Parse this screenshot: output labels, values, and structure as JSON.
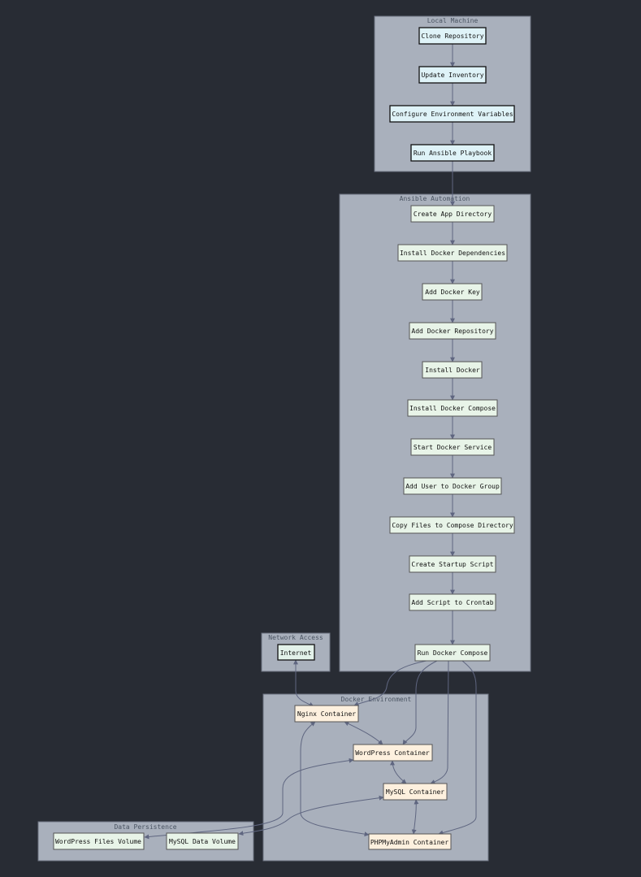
{
  "clusters": {
    "local": {
      "label": "Local Machine"
    },
    "ansible": {
      "label": "Ansible Automation"
    },
    "network": {
      "label": "Network Access"
    },
    "docker": {
      "label": "Docker Environment"
    },
    "data": {
      "label": "Data Persistence"
    }
  },
  "nodes": {
    "clone": "Clone Repository",
    "update_inventory": "Update Inventory",
    "configure_env": "Configure Environment Variables",
    "run_playbook": "Run Ansible Playbook",
    "create_app_dir": "Create App Directory",
    "install_deps": "Install Docker Dependencies",
    "add_key": "Add Docker Key",
    "add_repo": "Add Docker Repository",
    "install_docker": "Install Docker",
    "install_compose": "Install Docker Compose",
    "start_service": "Start Docker Service",
    "add_user": "Add User to Docker Group",
    "copy_files": "Copy Files to Compose Directory",
    "create_script": "Create Startup Script",
    "add_crontab": "Add Script to Crontab",
    "run_compose": "Run Docker Compose",
    "internet": "Internet",
    "nginx": "Nginx Container",
    "wordpress": "WordPress Container",
    "mysql": "MySQL Container",
    "phpmyadmin": "PHPMyAdmin Container",
    "wp_volume": "WordPress Files Volume",
    "mysql_volume": "MySQL Data Volume"
  },
  "colors": {
    "background": "#282c34",
    "cluster_fill": "#a9b0bc",
    "edge": "#5f6680",
    "local_node_fill": "#dff3f8",
    "ansible_node_fill": "#e8f4e8",
    "docker_node_fill": "#fdf0de"
  }
}
